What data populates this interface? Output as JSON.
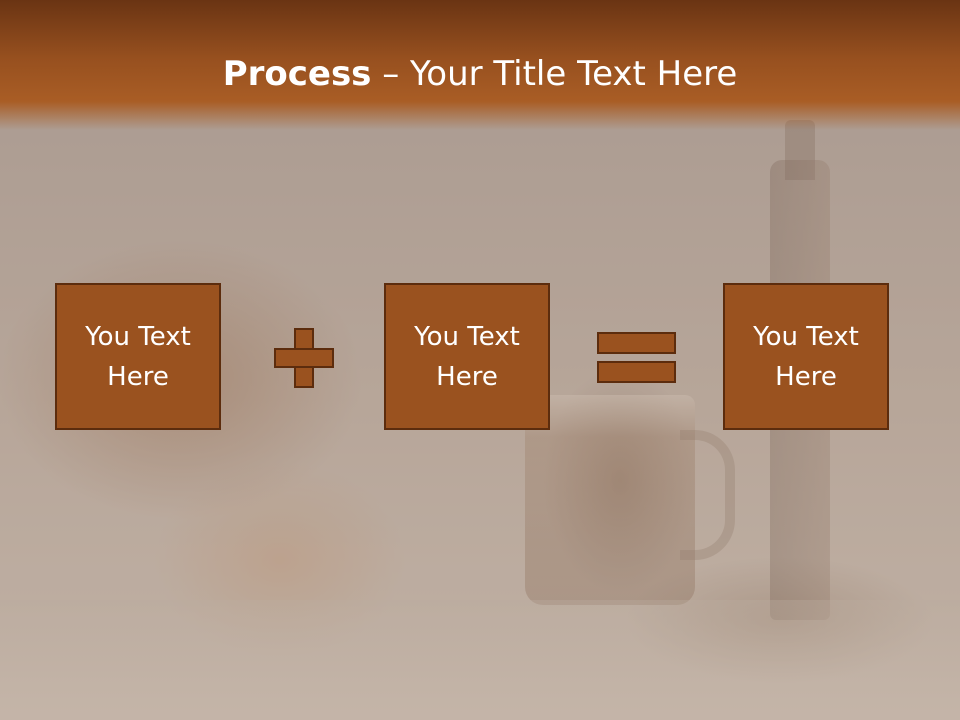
{
  "header": {
    "title_bold": "Process",
    "title_rest": " – Your Title Text Here"
  },
  "process": {
    "boxes": [
      {
        "text_line1": "You Text",
        "text_line2": "Here"
      },
      {
        "text_line1": "You Text",
        "text_line2": "Here"
      },
      {
        "text_line1": "You Text",
        "text_line2": "Here"
      }
    ],
    "operators": [
      "plus-icon",
      "equals-icon"
    ]
  },
  "colors": {
    "header_dark": "#6a3413",
    "header_light": "#a95d25",
    "box_fill": "#9a521f",
    "box_border": "#5c2c0d",
    "text": "#ffffff"
  }
}
